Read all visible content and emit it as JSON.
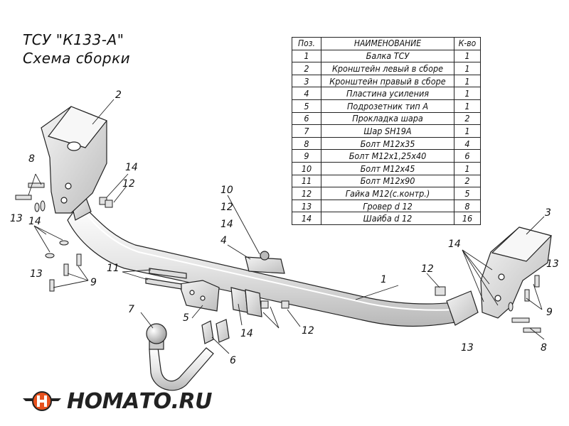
{
  "header": {
    "title": "ТСУ \"К133-А\"",
    "subtitle": "Схема сборки"
  },
  "table": {
    "headers": [
      "Поз.",
      "НАИМЕНОВАНИЕ",
      "К-во"
    ],
    "rows": [
      [
        "1",
        "Балка ТСУ",
        "1"
      ],
      [
        "2",
        "Кронштейн левый в сборе",
        "1"
      ],
      [
        "3",
        "Кронштейн правый в сборе",
        "1"
      ],
      [
        "4",
        "Пластина усиления",
        "1"
      ],
      [
        "5",
        "Подрозетник тип А",
        "1"
      ],
      [
        "6",
        "Прокладка шара",
        "2"
      ],
      [
        "7",
        "Шар SH19A",
        "1"
      ],
      [
        "8",
        "Болт М12х35",
        "4"
      ],
      [
        "9",
        "Болт М12х1,25х40",
        "6"
      ],
      [
        "10",
        "Болт М12х45",
        "1"
      ],
      [
        "11",
        "Болт М12х90",
        "2"
      ],
      [
        "12",
        "Гайка М12(с.контр.)",
        "5"
      ],
      [
        "13",
        "Гровер d 12",
        "8"
      ],
      [
        "14",
        "Шайба d 12",
        "16"
      ]
    ]
  },
  "callouts": {
    "c1": "1",
    "c2": "2",
    "c3": "3",
    "c4": "4",
    "c5": "5",
    "c6": "6",
    "c7": "7",
    "c8a": "8",
    "c8b": "8",
    "c9a": "9",
    "c9b": "9",
    "c10": "10",
    "c11": "11",
    "c12a": "12",
    "c12b": "12",
    "c12c": "12",
    "c12d": "12",
    "c13a": "13",
    "c13b": "13",
    "c13c": "13",
    "c13d": "13",
    "c14a": "14",
    "c14b": "14",
    "c14c": "14",
    "c14d": "14",
    "c14e": "14"
  },
  "logo": {
    "text": "НОМАТО.RU",
    "icon": "winged-h-logo-icon",
    "accent": "#e8521e"
  }
}
